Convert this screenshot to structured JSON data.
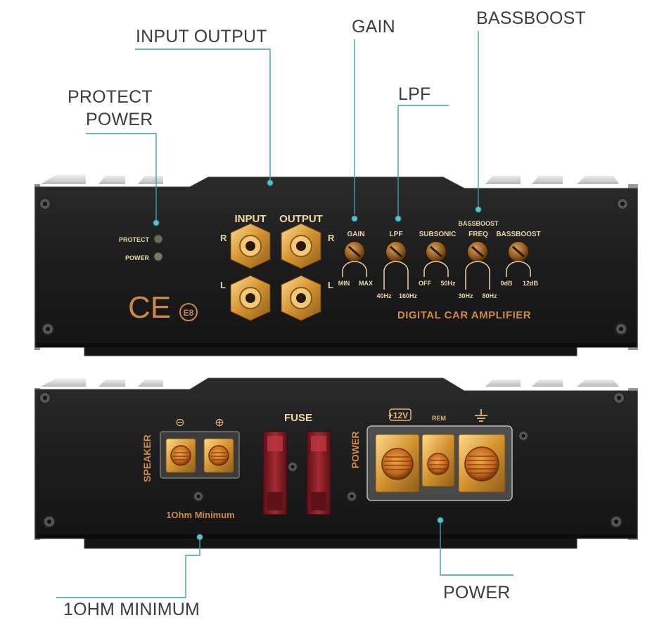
{
  "callouts": {
    "protect_power": [
      "PROTECT",
      "POWER"
    ],
    "input_output": "INPUT OUTPUT",
    "gain": "GAIN",
    "lpf": "LPF",
    "bassboost": "BASSBOOST",
    "one_ohm_minimum": "1OHM MINIMUM",
    "power": "POWER"
  },
  "front_panel": {
    "led_protect": "PROTECT",
    "led_power": "POWER",
    "input_label": "INPUT",
    "output_label": "OUTPUT",
    "channel_r": "R",
    "channel_l": "L",
    "ce_mark": "CE",
    "e_mark": "E8",
    "gain_label": "GAIN",
    "gain_min": "MIN",
    "gain_max": "MAX",
    "lpf_label": "LPF",
    "lpf_min": "40Hz",
    "lpf_max": "160Hz",
    "subsonic_label": "SUBSONIC",
    "subsonic_min": "OFF",
    "subsonic_max": "50Hz",
    "bassboost_header": "BASSBOOST",
    "freq_label": "FREQ",
    "freq_min": "30Hz",
    "freq_max": "80Hz",
    "bassboost_label": "BASSBOOST",
    "bassboost_min": "0dB",
    "bassboost_max": "12dB",
    "product_name": "DIGITAL CAR AMPLIFIER"
  },
  "rear_panel": {
    "speaker_label": "SPEAKER",
    "minus_symbol": "⊖",
    "plus_symbol": "⊕",
    "minimum_label": "1Ohm Minimum",
    "fuse_label": "FUSE",
    "power_label": "POWER",
    "plus_12v": "+12V",
    "rem_label": "REM",
    "ground_icon": "ground-icon"
  },
  "colors": {
    "panel": "#1d1d1d",
    "brass": "#c8902a",
    "gold": "#e2ad4f",
    "leader": "#3aa0ad",
    "fuse": "#8a1f26"
  }
}
